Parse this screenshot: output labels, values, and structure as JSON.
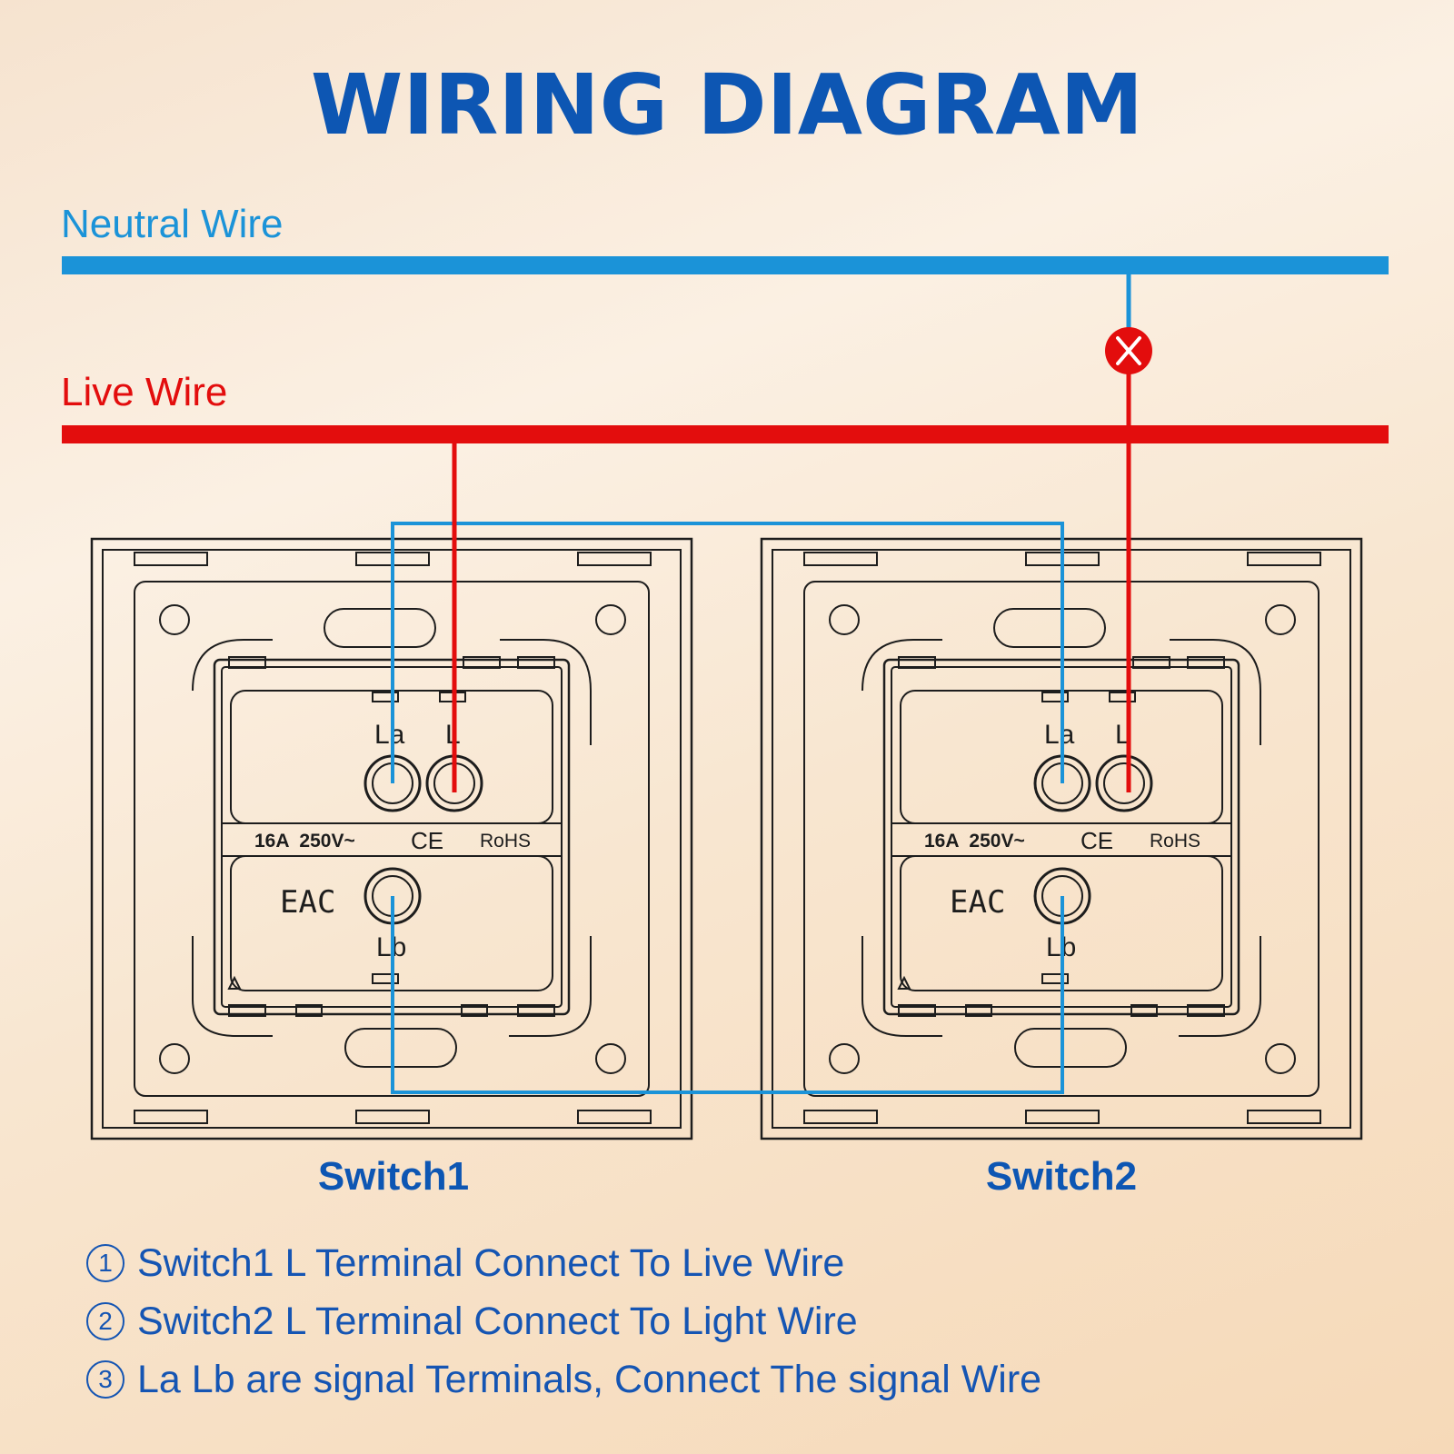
{
  "title": "WIRING DIAGRAM",
  "wires": {
    "neutral_label": "Neutral Wire",
    "live_label": "Live Wire",
    "neutral_color": "#1b93d8",
    "live_color": "#e30d0d"
  },
  "switches": [
    {
      "label": "Switch1",
      "terminal_la": "La",
      "terminal_l": "L",
      "terminal_lb": "Lb",
      "rating": "16A  250V~",
      "ce_mark": "CE",
      "rohs": "RoHS",
      "eac": "EAC"
    },
    {
      "label": "Switch2",
      "terminal_la": "La",
      "terminal_l": "L",
      "terminal_lb": "Lb",
      "rating": "16A  250V~",
      "ce_mark": "CE",
      "rohs": "RoHS",
      "eac": "EAC"
    }
  ],
  "notes": [
    {
      "num": "1",
      "text": "Switch1 L Terminal Connect To Live Wire"
    },
    {
      "num": "2",
      "text": "Switch2 L Terminal Connect To Light Wire"
    },
    {
      "num": "3",
      "text": "La Lb are signal Terminals, Connect The signal Wire"
    }
  ],
  "icons": [
    "lamp-icon",
    "recycle-icon"
  ]
}
